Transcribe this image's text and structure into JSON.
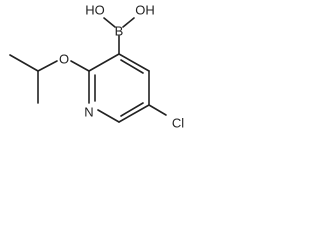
{
  "molecule": {
    "atoms": {
      "oh_left": "HO",
      "oh_right": "OH",
      "boron": "B",
      "ether_oxygen": "O",
      "ring_nitrogen": "N",
      "chlorine": "Cl"
    }
  }
}
